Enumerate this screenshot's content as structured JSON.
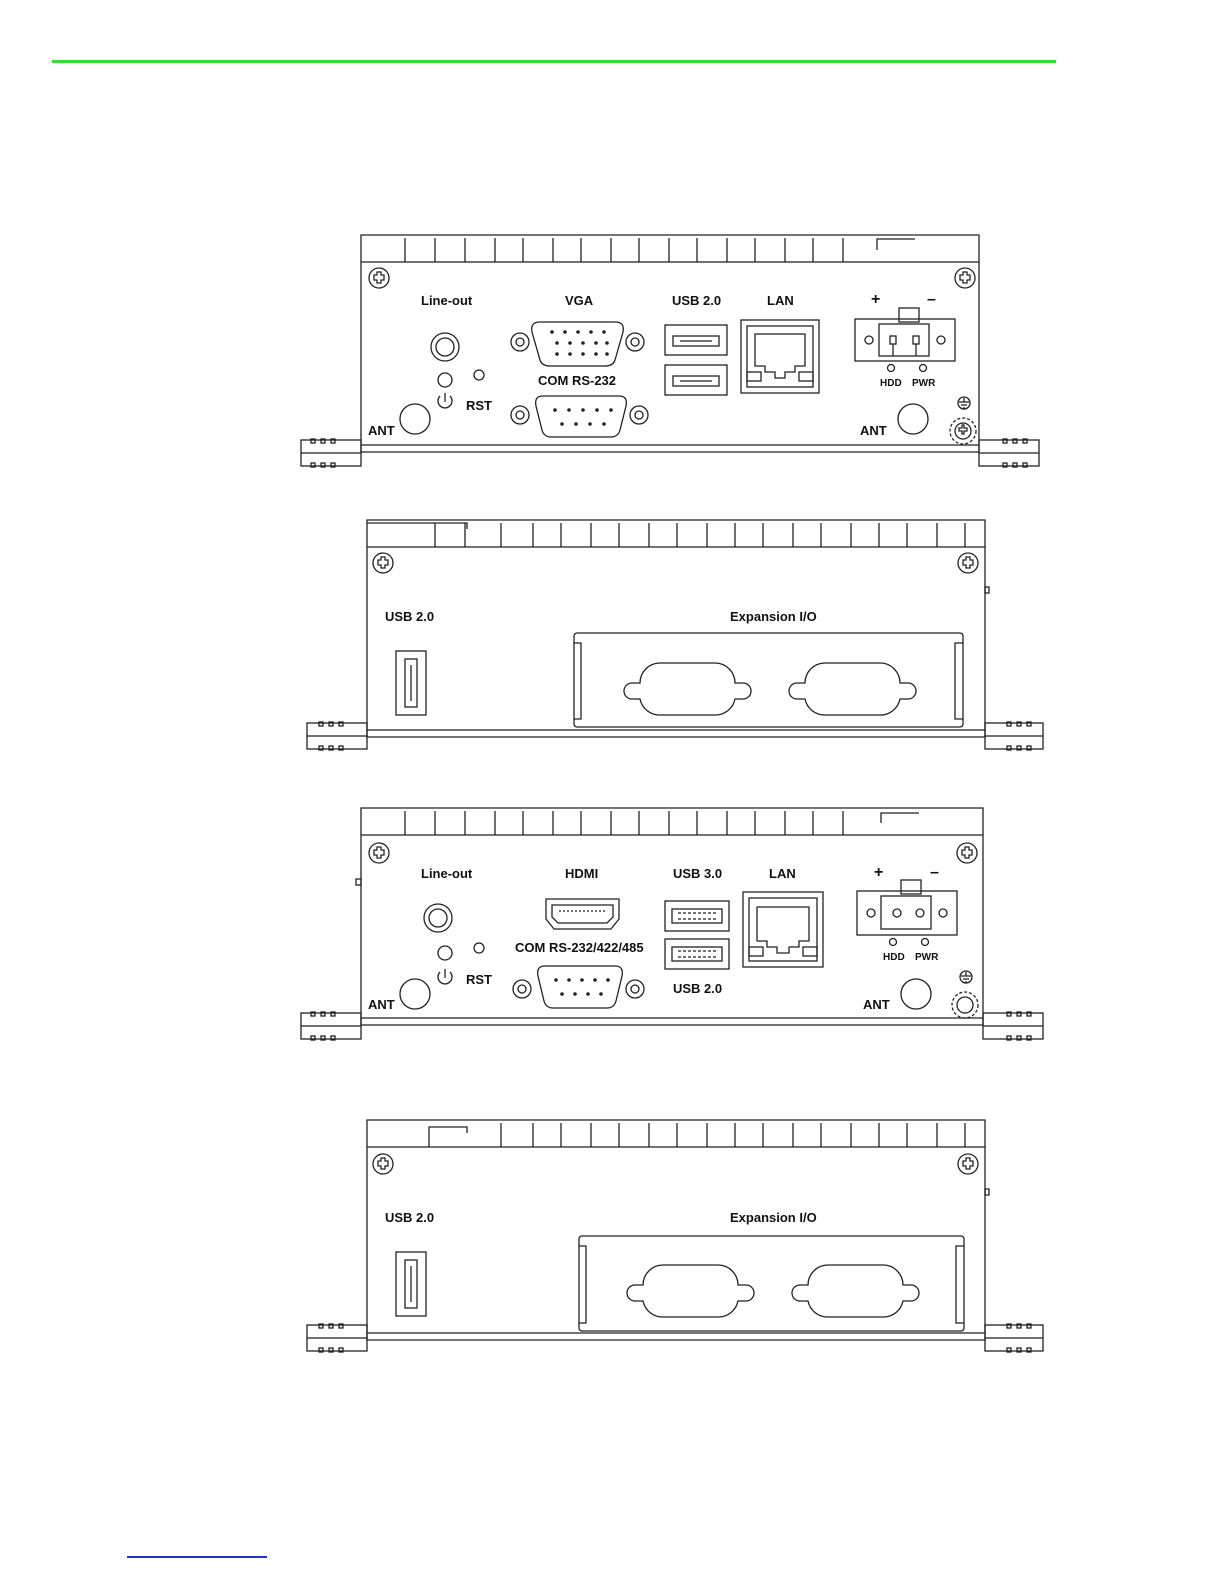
{
  "colors": {
    "header_rule": "#33dd33",
    "footer_rule": "#2233cc",
    "line": "#222222"
  },
  "panel1": {
    "line_out": "Line-out",
    "vga": "VGA",
    "usb": "USB 2.0",
    "lan": "LAN",
    "plus": "+",
    "minus": "–",
    "com": "COM RS-232",
    "rst": "RST",
    "hdd": "HDD",
    "pwr": "PWR",
    "ant_left": "ANT",
    "ant_right": "ANT"
  },
  "panel2": {
    "usb": "USB 2.0",
    "expansion": "Expansion I/O"
  },
  "panel3": {
    "line_out": "Line-out",
    "hdmi": "HDMI",
    "usb3": "USB 3.0",
    "lan": "LAN",
    "plus": "+",
    "minus": "–",
    "com": "COM RS-232/422/485",
    "rst": "RST",
    "usb2": "USB 2.0",
    "hdd": "HDD",
    "pwr": "PWR",
    "ant_left": "ANT",
    "ant_right": "ANT"
  },
  "panel4": {
    "usb": "USB 2.0",
    "expansion": "Expansion I/O"
  }
}
